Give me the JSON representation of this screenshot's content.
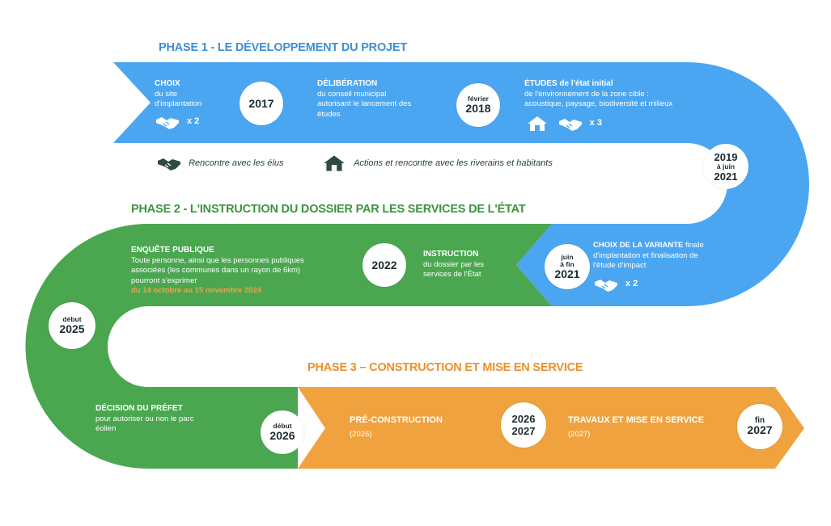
{
  "phase1": {
    "title": "PHASE 1 - LE DÉVELOPPEMENT DU PROJET",
    "color": "#4ba6f1",
    "steps": [
      {
        "head": "CHOIX",
        "body": "du site\nd'implantation",
        "badge": "x 2",
        "icon": "handshake-icon"
      },
      {
        "year": "2017"
      },
      {
        "head": "DÉLIBÉRATION",
        "body": "du conseil municipal\nautorisant le lancement des\nétudes"
      },
      {
        "year_top": "février",
        "year": "2018"
      },
      {
        "head": "ÉTUDES de l'état initial",
        "body": "de l'environnement de la zone cible :\nacoustique, paysage, biodiversité et milieux",
        "badge": "x 3",
        "icons": [
          "house-icon",
          "handshake-icon"
        ]
      }
    ],
    "turn": {
      "line1": "2019",
      "line2": "à juin",
      "line3": "2021"
    }
  },
  "legend": {
    "meeting_elected": "Rencontre avec les élus",
    "meeting_residents": "Actions et rencontre avec les riverains et habitants"
  },
  "phase2": {
    "title": "PHASE 2 - L'INSTRUCTION DU DOSSIER PAR LES SERVICES DE L'ÉTAT",
    "color": "#4aa750",
    "variant": {
      "head": "CHOIX DE LA VARIANTE",
      "head_tail": " finale",
      "body": "d'implantation et finalisation de\nl'étude d'impact",
      "badge": "x 2"
    },
    "variant_date": {
      "line1": "juin",
      "line2": "à fin",
      "line3": "2021"
    },
    "instruction": {
      "head": "INSTRUCTION",
      "body": "du dossier par les\nservices de l'État"
    },
    "year_2022": "2022",
    "enquete": {
      "head": "ENQUÊTE PUBLIQUE",
      "body": "Toute personne, ainsi que les personnes publiques\nassociées (les communes dans un rayon de 6km)\npourront s'exprimer",
      "dates": "du 14 octobre au 15 novembre 2024"
    },
    "turn": {
      "line1": "début",
      "line2": "2025"
    },
    "decision": {
      "head": "DÉCISION DU PRÉFET",
      "body": "pour autoriser ou non le parc\néolien"
    },
    "decision_date": {
      "line1": "début",
      "line2": "2026"
    }
  },
  "phase3": {
    "title": "PHASE 3 – CONSTRUCTION ET MISE EN SERVICE",
    "color": "#f0a23f",
    "pre": {
      "head": "PRÉ-CONSTRUCTION",
      "sub": "(2026)"
    },
    "mid_date": {
      "line1": "2026",
      "line2": "2027"
    },
    "travaux": {
      "head": "TRAVAUX ET MISE EN SERVICE",
      "sub": "(2027)"
    },
    "end_date": {
      "line1": "fin",
      "line2": "2027"
    }
  },
  "colors": {
    "blue": "#4ba6f1",
    "green": "#4aa750",
    "orange": "#f0a23f",
    "title_blue": "#3d8fd6",
    "title_green": "#3b9440",
    "title_orange": "#ee8f2a",
    "accent_orange": "#f2a04a"
  }
}
